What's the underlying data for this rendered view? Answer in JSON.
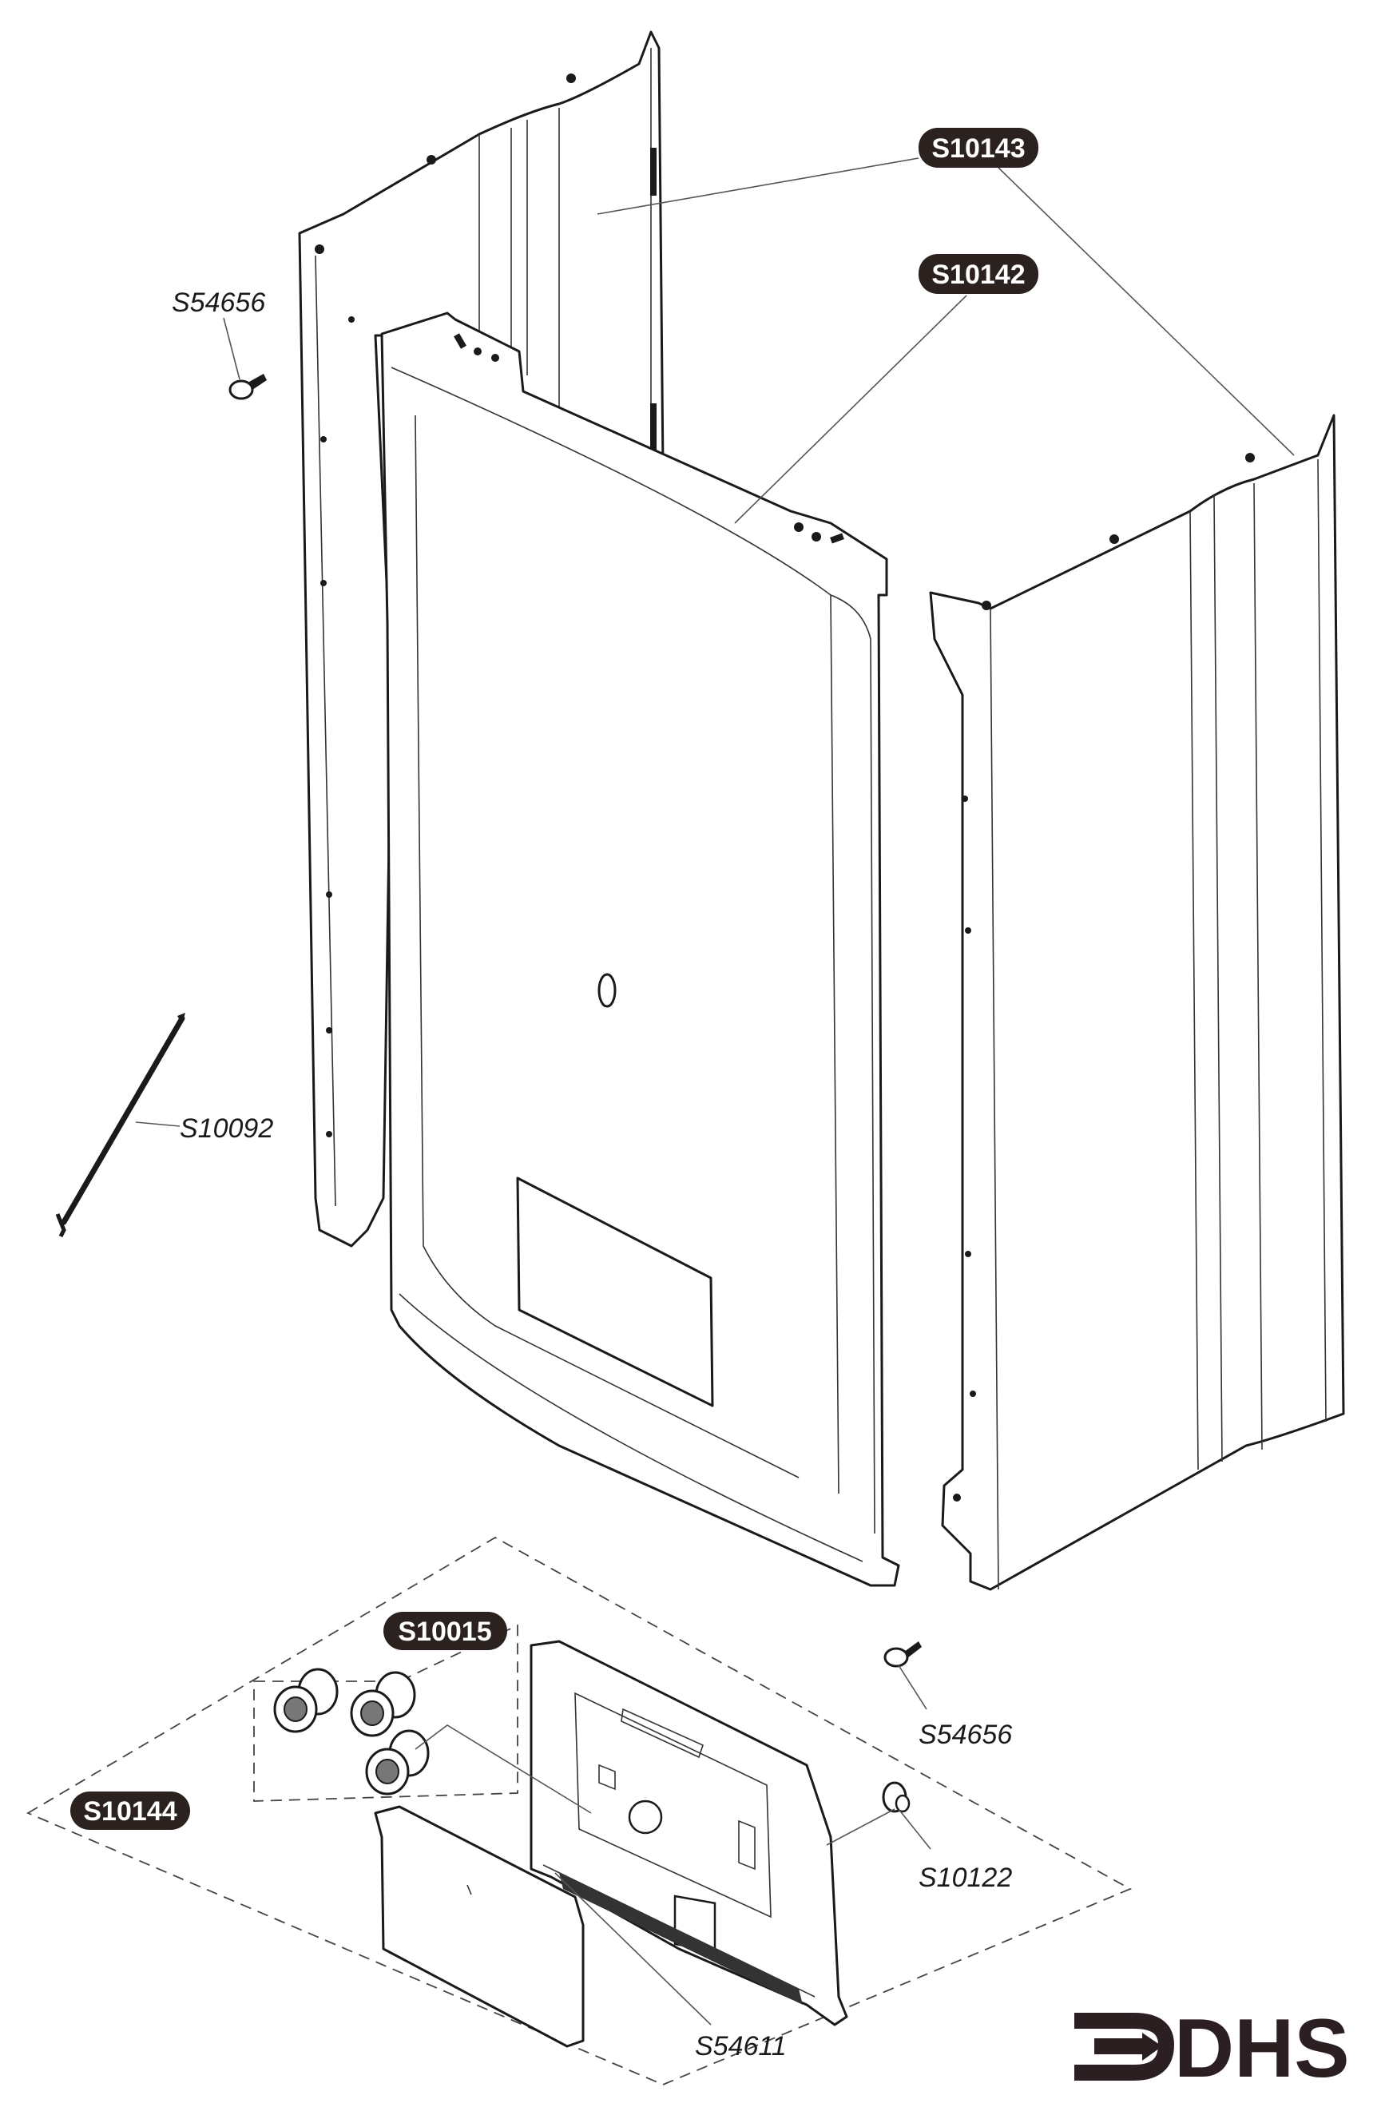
{
  "labels": {
    "top_panel_code": "S10143",
    "front_panel_code": "S10142",
    "screw_top_left": "S54656",
    "rod": "S10092",
    "knob_kit": "S10015",
    "control_kit": "S10144",
    "screw_bottom_right": "S54656",
    "grommet": "S10122",
    "fascia_clip": "S54611"
  },
  "logo": {
    "text": "DHS",
    "color": "#2b1f22"
  },
  "colors": {
    "badge": "#2b2220",
    "line": "#1a1a1a"
  }
}
